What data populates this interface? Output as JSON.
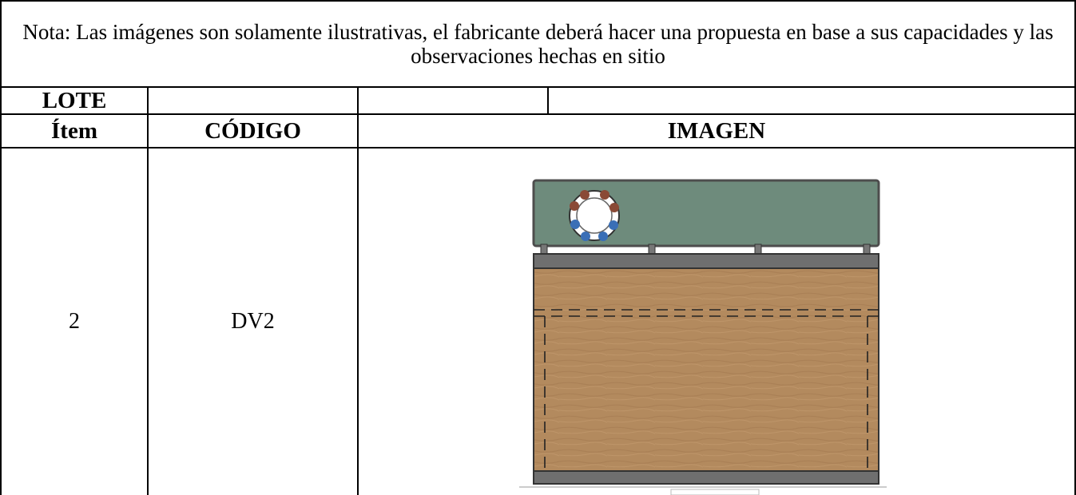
{
  "note": {
    "text": "Nota: Las imágenes son solamente ilustrativas, el fabricante deberá hacer una propuesta en base a sus capacidades y las observaciones hechas en sitio"
  },
  "lot_row": {
    "label": "LOTE"
  },
  "header_row": {
    "item": "Ítem",
    "code": "CÓDIGO",
    "image": "IMAGEN"
  },
  "rows": [
    {
      "item": "2",
      "code": "DV2"
    }
  ],
  "colors": {
    "table_border": "#000000",
    "panel_green": "#6e8b7c",
    "wood": "#b38a5e",
    "rail_gray": "#6f6f6f"
  }
}
